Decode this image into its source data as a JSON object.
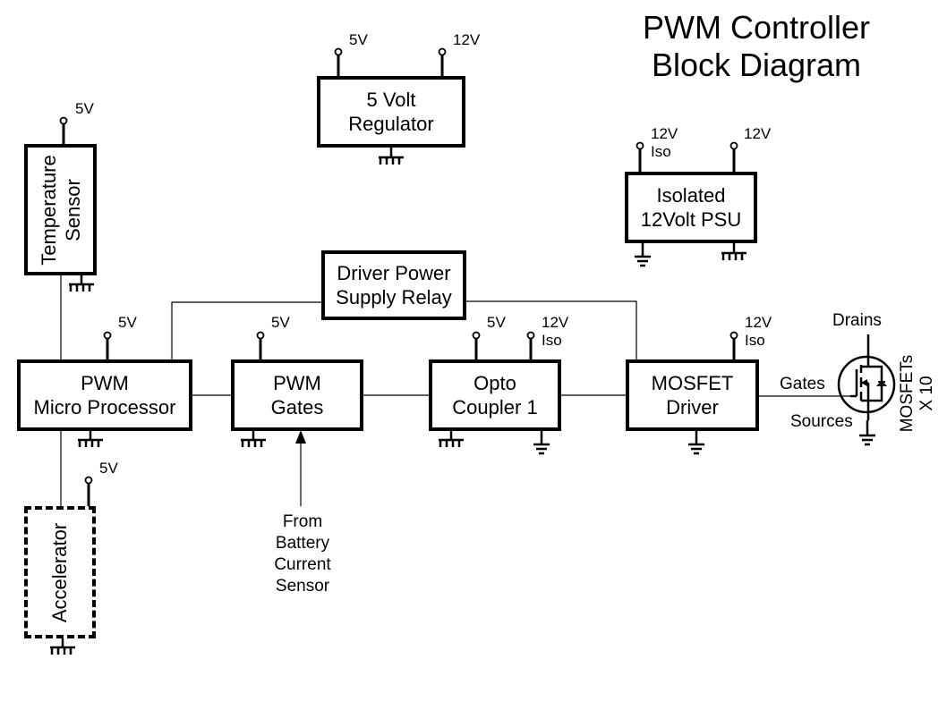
{
  "title": [
    "PWM Controller",
    "Block Diagram"
  ],
  "blocks": {
    "regulator": [
      "5 Volt",
      "Regulator"
    ],
    "temperature_sensor": [
      "Temperature",
      "Sensor"
    ],
    "isolated_psu": [
      "Isolated",
      "12Volt PSU"
    ],
    "relay": [
      "Driver Power",
      "Supply Relay"
    ],
    "micro": [
      "PWM",
      "Micro Processor"
    ],
    "pwm_gates": [
      "PWM",
      "Gates"
    ],
    "opto": [
      "Opto",
      "Coupler 1"
    ],
    "mosfet_driver": [
      "MOSFET",
      "Driver"
    ],
    "accelerator": "Accelerator"
  },
  "power_labels": {
    "v5": "5V",
    "v12": "12V",
    "v12_iso": [
      "12V",
      "Iso"
    ]
  },
  "battery_input": [
    "From",
    "Battery",
    "Current",
    "Sensor"
  ],
  "mosfet": {
    "drains": "Drains",
    "gates": "Gates",
    "sources": "Sources",
    "label": [
      "MOSFETs",
      "X 10"
    ]
  }
}
